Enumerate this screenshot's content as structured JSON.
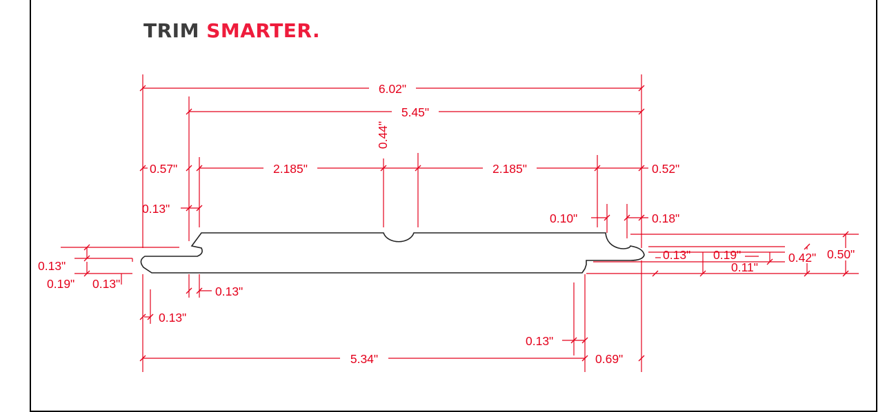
{
  "logo": {
    "word1": "TRIM",
    "word2": "SMARTER."
  },
  "colors": {
    "dimension": "#e4001b",
    "logo_accent": "#ee1c3c",
    "logo_dark": "#3d3d3d",
    "profile_outline": "#222222"
  },
  "dimensions": {
    "overall_width": "6.02\"",
    "face_width": "5.45\"",
    "groove_spacing": "0.44\"",
    "left_offset": "0.57\"",
    "left_span": "2.185\"",
    "right_span": "2.185\"",
    "right_offset": "0.52\"",
    "left_step": "0.13\"",
    "right_small": "0.10\"",
    "right_tip": "0.18\"",
    "left_tongue_top": "0.13\"",
    "left_tongue_height": "0.19\"",
    "left_tongue_bottom": "0.13\"",
    "bottom_step_a": "0.13\"",
    "bottom_step_b": "0.13\"",
    "right_lip_a": "0.13\"",
    "right_lip_b": "0.19\"",
    "right_height_a": "0.42\"",
    "right_height_b": "0.50\"",
    "right_lip_c": "0.11\"",
    "bottom_right_step": "0.13\"",
    "back_width": "5.34\"",
    "back_right": "0.69\""
  }
}
